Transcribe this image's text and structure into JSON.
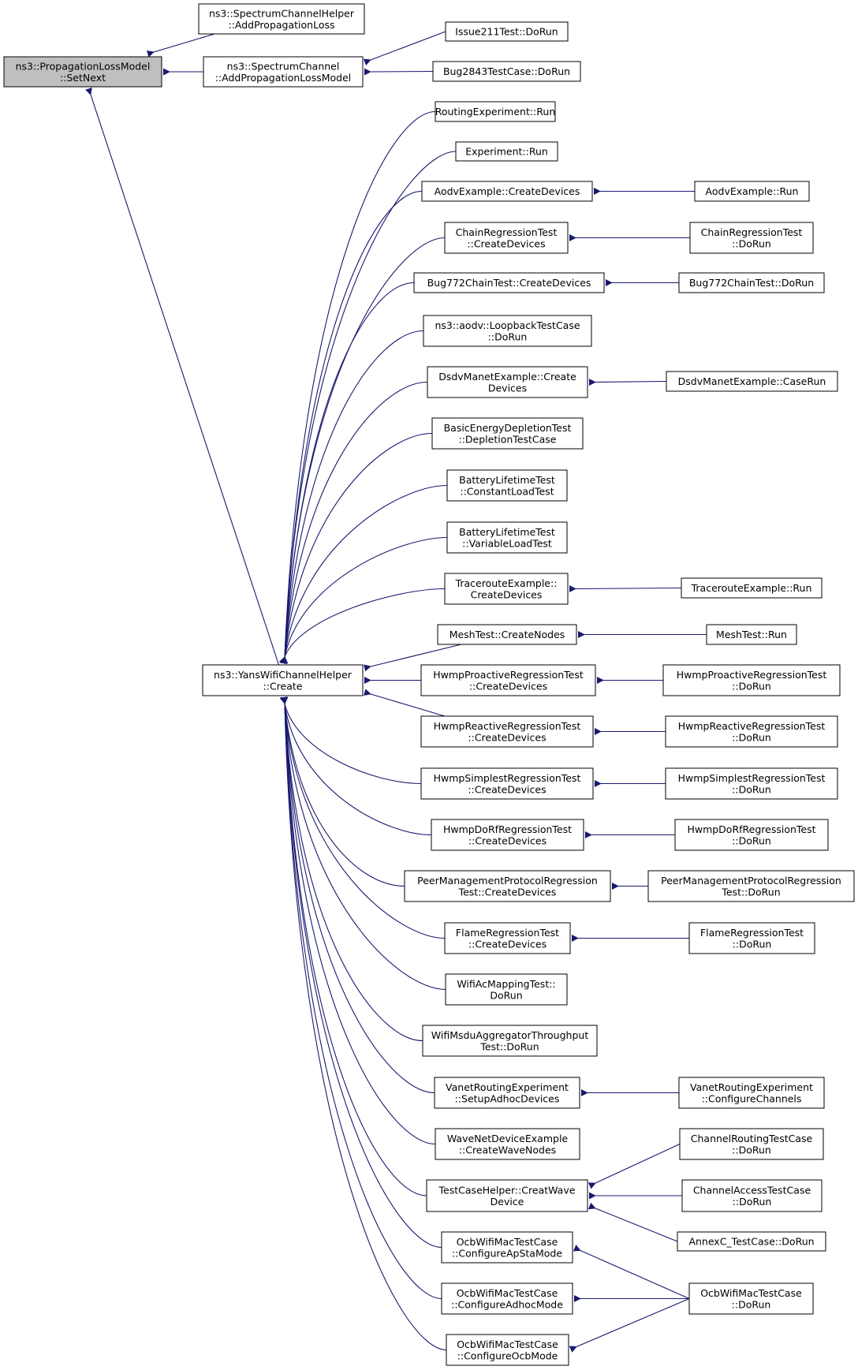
{
  "nodes": [
    {
      "id": "setnext",
      "lines": [
        "ns3::PropagationLossModel",
        "::SetNext"
      ],
      "focus": true
    },
    {
      "id": "sch_apl",
      "lines": [
        "ns3::SpectrumChannelHelper",
        "::AddPropagationLoss"
      ]
    },
    {
      "id": "sc_aplm",
      "lines": [
        "ns3::SpectrumChannel",
        "::AddPropagationLossModel"
      ]
    },
    {
      "id": "yans",
      "lines": [
        "ns3::YansWifiChannelHelper",
        "::Create"
      ]
    },
    {
      "id": "issue211",
      "lines": [
        "Issue211Test::DoRun"
      ]
    },
    {
      "id": "bug2843",
      "lines": [
        "Bug2843TestCase::DoRun"
      ]
    },
    {
      "id": "routexp",
      "lines": [
        "RoutingExperiment::Run"
      ]
    },
    {
      "id": "exprun",
      "lines": [
        "Experiment::Run"
      ]
    },
    {
      "id": "aodvcd",
      "lines": [
        "AodvExample::CreateDevices"
      ]
    },
    {
      "id": "chaincd",
      "lines": [
        "ChainRegressionTest",
        "::CreateDevices"
      ]
    },
    {
      "id": "bug772cd",
      "lines": [
        "Bug772ChainTest::CreateDevices"
      ]
    },
    {
      "id": "loopback",
      "lines": [
        "ns3::aodv::LoopbackTestCase",
        "::DoRun"
      ]
    },
    {
      "id": "dsdvcd",
      "lines": [
        "DsdvManetExample::Create",
        "Devices"
      ]
    },
    {
      "id": "energy",
      "lines": [
        "BasicEnergyDepletionTest",
        "::DepletionTestCase"
      ]
    },
    {
      "id": "battconst",
      "lines": [
        "BatteryLifetimeTest",
        "::ConstantLoadTest"
      ]
    },
    {
      "id": "battvar",
      "lines": [
        "BatteryLifetimeTest",
        "::VariableLoadTest"
      ]
    },
    {
      "id": "tracecd",
      "lines": [
        "TracerouteExample::",
        "CreateDevices"
      ]
    },
    {
      "id": "meshcn",
      "lines": [
        "MeshTest::CreateNodes"
      ]
    },
    {
      "id": "hwmppro",
      "lines": [
        "HwmpProactiveRegressionTest",
        "::CreateDevices"
      ]
    },
    {
      "id": "hwmpreac",
      "lines": [
        "HwmpReactiveRegressionTest",
        "::CreateDevices"
      ]
    },
    {
      "id": "hwmpsimp",
      "lines": [
        "HwmpSimplestRegressionTest",
        "::CreateDevices"
      ]
    },
    {
      "id": "hwmpdorf",
      "lines": [
        "HwmpDoRfRegressionTest",
        "::CreateDevices"
      ]
    },
    {
      "id": "peercd",
      "lines": [
        "PeerManagementProtocolRegression",
        "Test::CreateDevices"
      ]
    },
    {
      "id": "flamecd",
      "lines": [
        "FlameRegressionTest",
        "::CreateDevices"
      ]
    },
    {
      "id": "wifiac",
      "lines": [
        "WifiAcMappingTest::",
        "DoRun"
      ]
    },
    {
      "id": "msdu",
      "lines": [
        "WifiMsduAggregatorThroughput",
        "Test::DoRun"
      ]
    },
    {
      "id": "vanetsetup",
      "lines": [
        "VanetRoutingExperiment",
        "::SetupAdhocDevices"
      ]
    },
    {
      "id": "wavenet",
      "lines": [
        "WaveNetDeviceExample",
        "::CreateWaveNodes"
      ]
    },
    {
      "id": "tchelper",
      "lines": [
        "TestCaseHelper::CreatWave",
        "Device"
      ]
    },
    {
      "id": "ocbapsta",
      "lines": [
        "OcbWifiMacTestCase",
        "::ConfigureApStaMode"
      ]
    },
    {
      "id": "ocbadhoc",
      "lines": [
        "OcbWifiMacTestCase",
        "::ConfigureAdhocMode"
      ]
    },
    {
      "id": "ocbocb",
      "lines": [
        "OcbWifiMacTestCase",
        "::ConfigureOcbMode"
      ]
    },
    {
      "id": "aodvrun",
      "lines": [
        "AodvExample::Run"
      ]
    },
    {
      "id": "chaindorun",
      "lines": [
        "ChainRegressionTest",
        "::DoRun"
      ]
    },
    {
      "id": "bug772dorun",
      "lines": [
        "Bug772ChainTest::DoRun"
      ]
    },
    {
      "id": "dsdvcaserun",
      "lines": [
        "DsdvManetExample::CaseRun"
      ]
    },
    {
      "id": "tracerun",
      "lines": [
        "TracerouteExample::Run"
      ]
    },
    {
      "id": "meshrun",
      "lines": [
        "MeshTest::Run"
      ]
    },
    {
      "id": "hwmpprodorun",
      "lines": [
        "HwmpProactiveRegressionTest",
        "::DoRun"
      ]
    },
    {
      "id": "hwmpreacdorun",
      "lines": [
        "HwmpReactiveRegressionTest",
        "::DoRun"
      ]
    },
    {
      "id": "hwmpsimpdorun",
      "lines": [
        "HwmpSimplestRegressionTest",
        "::DoRun"
      ]
    },
    {
      "id": "hwmpdorfdorun",
      "lines": [
        "HwmpDoRfRegressionTest",
        "::DoRun"
      ]
    },
    {
      "id": "peerdorun",
      "lines": [
        "PeerManagementProtocolRegression",
        "Test::DoRun"
      ]
    },
    {
      "id": "flamedorun",
      "lines": [
        "FlameRegressionTest",
        "::DoRun"
      ]
    },
    {
      "id": "vanetcfg",
      "lines": [
        "VanetRoutingExperiment",
        "::ConfigureChannels"
      ]
    },
    {
      "id": "chanrout",
      "lines": [
        "ChannelRoutingTestCase",
        "::DoRun"
      ]
    },
    {
      "id": "chanacc",
      "lines": [
        "ChannelAccessTestCase",
        "::DoRun"
      ]
    },
    {
      "id": "annexc",
      "lines": [
        "AnnexC_TestCase::DoRun"
      ]
    },
    {
      "id": "ocbdorun",
      "lines": [
        "OcbWifiMacTestCase",
        "::DoRun"
      ]
    }
  ],
  "edges": [
    [
      "sch_apl",
      "setnext"
    ],
    [
      "sc_aplm",
      "setnext"
    ],
    [
      "yans",
      "setnext"
    ],
    [
      "issue211",
      "sc_aplm"
    ],
    [
      "bug2843",
      "sc_aplm"
    ],
    [
      "routexp",
      "yans"
    ],
    [
      "exprun",
      "yans"
    ],
    [
      "aodvcd",
      "yans"
    ],
    [
      "chaincd",
      "yans"
    ],
    [
      "bug772cd",
      "yans"
    ],
    [
      "loopback",
      "yans"
    ],
    [
      "dsdvcd",
      "yans"
    ],
    [
      "energy",
      "yans"
    ],
    [
      "battconst",
      "yans"
    ],
    [
      "battvar",
      "yans"
    ],
    [
      "tracecd",
      "yans"
    ],
    [
      "meshcn",
      "yans"
    ],
    [
      "hwmppro",
      "yans"
    ],
    [
      "hwmpreac",
      "yans"
    ],
    [
      "hwmpsimp",
      "yans"
    ],
    [
      "hwmpdorf",
      "yans"
    ],
    [
      "peercd",
      "yans"
    ],
    [
      "flamecd",
      "yans"
    ],
    [
      "wifiac",
      "yans"
    ],
    [
      "msdu",
      "yans"
    ],
    [
      "vanetsetup",
      "yans"
    ],
    [
      "wavenet",
      "yans"
    ],
    [
      "tchelper",
      "yans"
    ],
    [
      "ocbapsta",
      "yans"
    ],
    [
      "ocbadhoc",
      "yans"
    ],
    [
      "ocbocb",
      "yans"
    ],
    [
      "aodvrun",
      "aodvcd"
    ],
    [
      "chaindorun",
      "chaincd"
    ],
    [
      "bug772dorun",
      "bug772cd"
    ],
    [
      "dsdvcaserun",
      "dsdvcd"
    ],
    [
      "tracerun",
      "tracecd"
    ],
    [
      "meshrun",
      "meshcn"
    ],
    [
      "hwmpprodorun",
      "hwmppro"
    ],
    [
      "hwmpreacdorun",
      "hwmpreac"
    ],
    [
      "hwmpsimpdorun",
      "hwmpsimp"
    ],
    [
      "hwmpdorfdorun",
      "hwmpdorf"
    ],
    [
      "peerdorun",
      "peercd"
    ],
    [
      "flamedorun",
      "flamecd"
    ],
    [
      "vanetcfg",
      "vanetsetup"
    ],
    [
      "chanrout",
      "tchelper"
    ],
    [
      "chanacc",
      "tchelper"
    ],
    [
      "annexc",
      "tchelper"
    ],
    [
      "ocbdorun",
      "ocbapsta"
    ],
    [
      "ocbdorun",
      "ocbadhoc"
    ],
    [
      "ocbdorun",
      "ocbocb"
    ]
  ]
}
